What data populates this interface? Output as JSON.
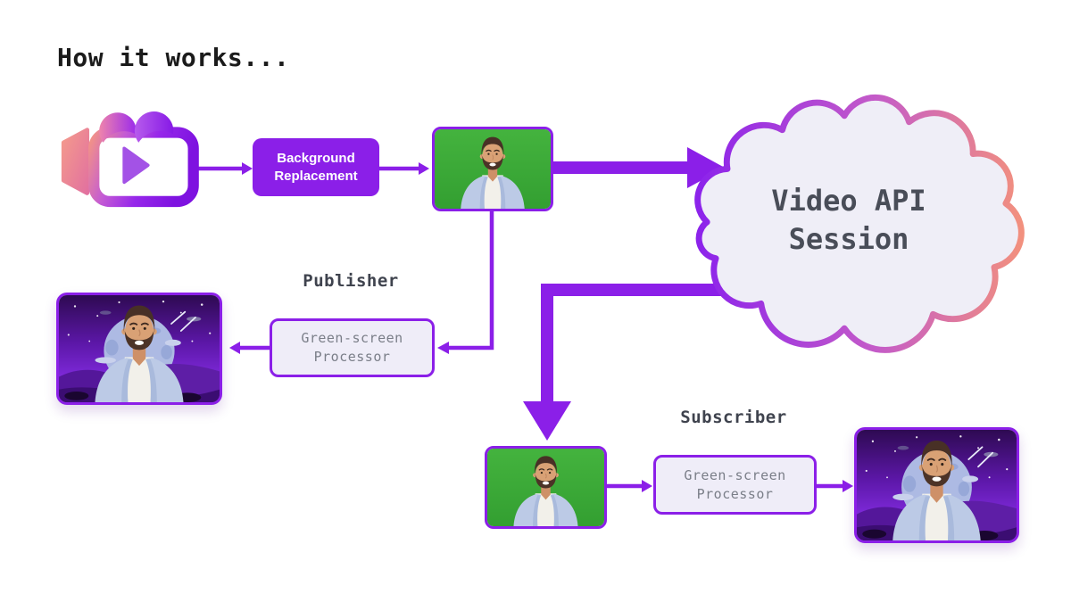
{
  "title": "How it works...",
  "labels": {
    "background_replacement": "Background Replacement",
    "cloud": "Video API Session",
    "publisher": "Publisher",
    "publisher_processor": "Green-screen Processor",
    "subscriber": "Subscriber",
    "subscriber_processor": "Green-screen Processor"
  },
  "icons": {
    "camera": "video-camera-play-icon",
    "cloud": "cloud-shape",
    "thumb_camera_feed": "green-screen-video-thumbnail",
    "thumb_publisher_output": "virtual-background-video-thumbnail",
    "thumb_subscriber_feed": "green-screen-video-thumbnail",
    "thumb_subscriber_output": "virtual-background-video-thumbnail"
  },
  "colors": {
    "accent": "#8B1FE8",
    "green-screen": "#3BAA38",
    "cloud-fill": "#EFEEF7",
    "box-fill": "#EFEDF8",
    "salmon": "#F2907E",
    "title-text": "#1B1B1B",
    "label-text": "#3F434E",
    "cloud-text": "#494D58",
    "processor-text": "#7A7E88"
  }
}
